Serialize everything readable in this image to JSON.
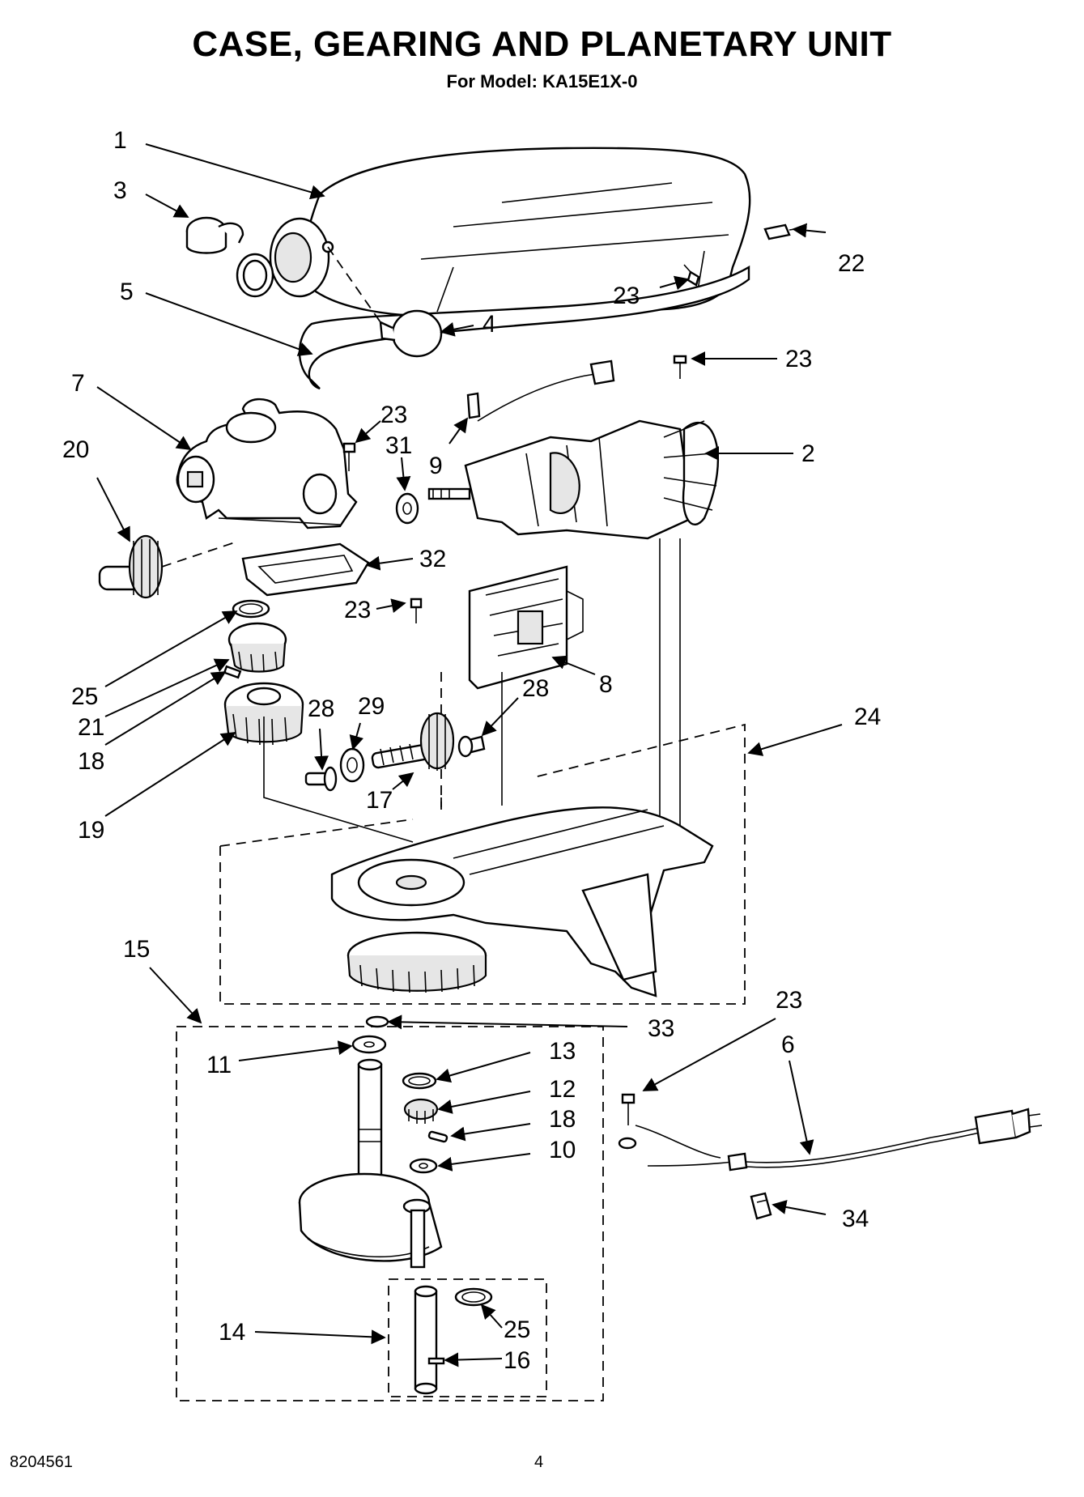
{
  "header": {
    "title": "CASE, GEARING AND PLANETARY UNIT",
    "subtitle": "For Model: KA15E1X-0"
  },
  "footer": {
    "doc_number": "8204561",
    "page_number": "4"
  },
  "callouts": {
    "c1": "1",
    "c3": "3",
    "c22": "22",
    "c23a": "23",
    "c5": "5",
    "c4": "4",
    "c23b": "23",
    "c7": "7",
    "c23c": "23",
    "c31": "31",
    "c9": "9",
    "c2": "2",
    "c20": "20",
    "c32": "32",
    "c23d": "23",
    "c8": "8",
    "c25a": "25",
    "c21": "21",
    "c28a": "28",
    "c29": "29",
    "c28b": "28",
    "c24": "24",
    "c18a": "18",
    "c17": "17",
    "c19": "19",
    "c15": "15",
    "c23e": "23",
    "c33": "33",
    "c6": "6",
    "c11": "11",
    "c13": "13",
    "c12": "12",
    "c18b": "18",
    "c10": "10",
    "c34": "34",
    "c14": "14",
    "c25b": "25",
    "c16": "16"
  }
}
